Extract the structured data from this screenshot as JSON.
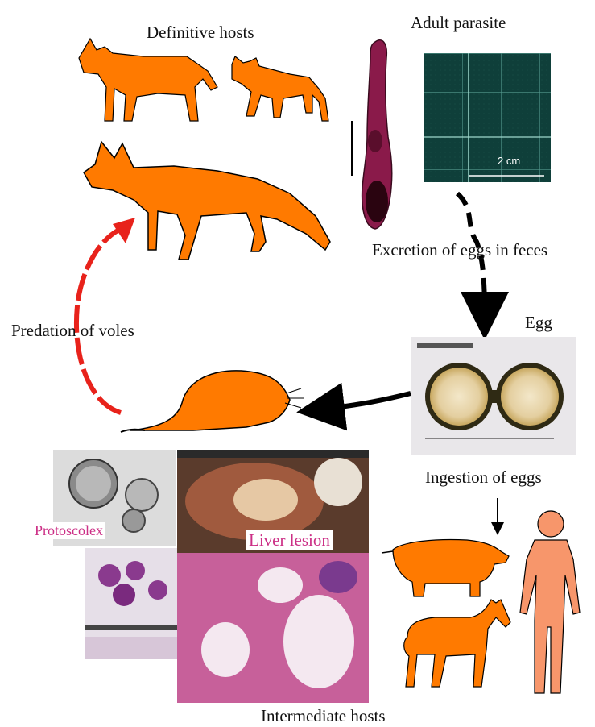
{
  "labels": {
    "definitive_hosts": "Definitive hosts",
    "adult_parasite": "Adult parasite",
    "excretion": "Excretion of eggs in feces",
    "egg": "Egg",
    "predation": "Predation of voles",
    "ingestion": "Ingestion of eggs",
    "protoscolex": "Protoscolex",
    "liver_lesion": "Liver lesion",
    "intermediate_hosts": "Intermediate hosts",
    "scale_bar": "2 cm"
  },
  "colors": {
    "animal": "#ff7a00",
    "human": "#f7966b",
    "red_arrow": "#e8221b",
    "black_arrow": "#000000",
    "parasite": "#8a1a4a",
    "photo_teal": "#0f3f3a",
    "label_magenta": "#cc2f86"
  },
  "icons": {
    "dog": "dog-silhouette-icon",
    "cat": "cat-silhouette-icon",
    "fox": "fox-silhouette-icon",
    "vole": "vole-silhouette-icon",
    "pig": "pig-silhouette-icon",
    "horse": "horse-silhouette-icon",
    "human": "human-silhouette-icon"
  }
}
